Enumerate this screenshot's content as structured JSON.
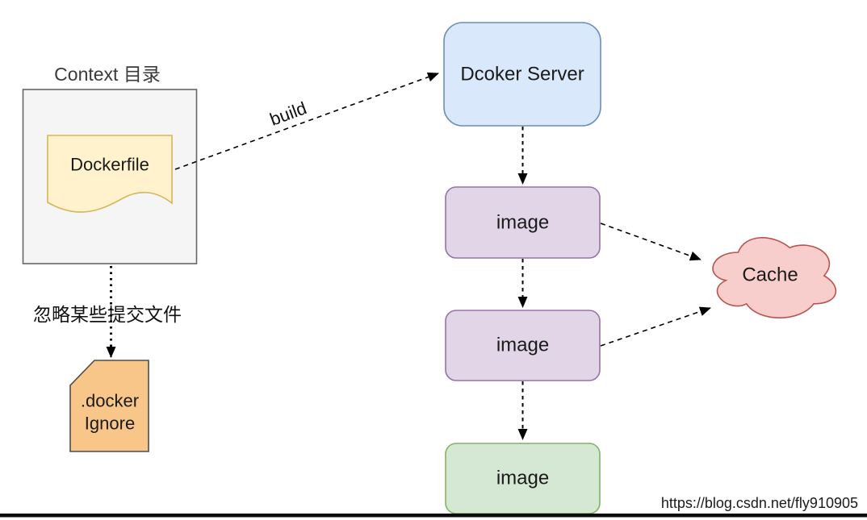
{
  "diagram": {
    "context": {
      "title": "Context 目录",
      "dockerfile_label": "Dockerfile"
    },
    "build_arrow_label": "build",
    "server": {
      "label": "Dcoker Server"
    },
    "images": [
      {
        "label": "image"
      },
      {
        "label": "image"
      },
      {
        "label": "image"
      }
    ],
    "cache": {
      "label": "Cache"
    },
    "ignore": {
      "caption": "忽略某些提交文件",
      "file_line1": ".docker",
      "file_line2": "Ignore"
    },
    "watermark": "https://blog.csdn.net/fly910905"
  },
  "colors": {
    "context_fill": "#f5f5f5",
    "context_stroke": "#666666",
    "dockerfile_fill": "#fff2cc",
    "dockerfile_stroke": "#d6b656",
    "server_fill": "#dae8fc",
    "server_stroke": "#6c8ebf",
    "image_fill": "#e1d5e7",
    "image_stroke": "#9673a6",
    "image_final_fill": "#d5e8d4",
    "image_final_stroke": "#82b366",
    "cache_fill": "#f8cecc",
    "cache_stroke": "#b85450",
    "ignore_fill": "#f8c689",
    "ignore_stroke": "#4d4d4d",
    "connector": "#000000",
    "watermark": "#e8e8e8",
    "bottom_bar": "#0d0d0d"
  }
}
